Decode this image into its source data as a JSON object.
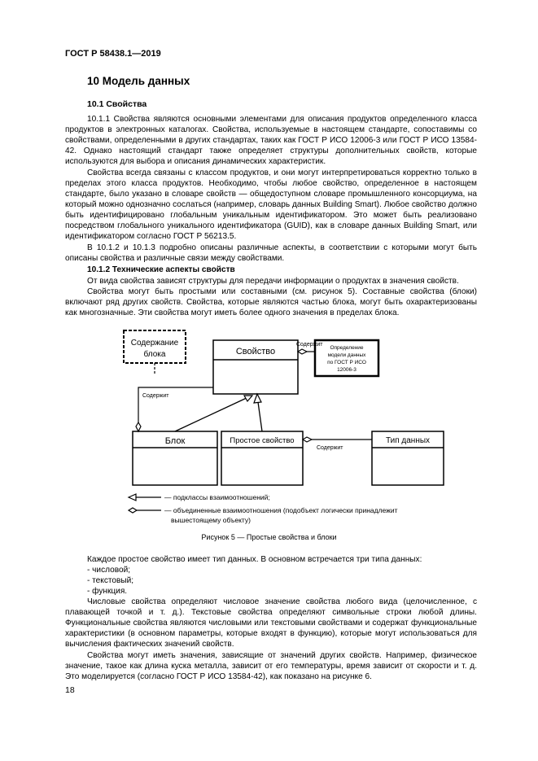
{
  "header": "ГОСТ Р 58438.1—2019",
  "section_title": "10 Модель данных",
  "subsection_title": "10.1 Свойства",
  "paragraphs": {
    "p1": "10.1.1 Свойства являются основными элементами для описания продуктов определенного класса продуктов в электронных каталогах. Свойства, используемые в настоящем стандарте, сопоставимы со свойствами, определенными в других стандартах, таких как ГОСТ Р ИСО 12006-3 или ГОСТ Р ИСО 13584-42. Однако настоящий стандарт также определяет структуры дополнительных свойств, которые используются для выбора и описания динамических характеристик.",
    "p2": "Свойства всегда связаны с классом продуктов, и они могут интерпретироваться корректно только в пределах этого класса продуктов. Необходимо, чтобы любое свойство, определенное в настоящем стандарте, было указано в словаре свойств — общедоступном словаре промышленного консорциума, на который можно однозначно сослаться (например, словарь данных Building Smart). Любое свойство должно быть идентифицировано глобальным уникальным идентификатором. Это может быть реализовано посредством глобального уникального идентификатора (GUID), как в словаре данных Building Smart, или идентификатором согласно ГОСТ Р 56213.5.",
    "p3": "В 10.1.2 и 10.1.3 подробно описаны различные аспекты, в соответствии с которыми могут быть описаны свойства и различные связи между свойствами.",
    "p4": "10.1.2 Технические аспекты свойств",
    "p5": "От вида свойства зависят структуры для передачи информации о продуктах в значения свойств.",
    "p6": "Свойства могут быть простыми или составными (см. рисунок 5). Составные свойства (блоки) включают ряд других свойств. Свойства, которые являются частью блока, могут быть охарактеризованы как многозначные. Эти свойства могут иметь более одного значения в пределах блока.",
    "p7": "Каждое простое свойство имеет тип данных. В основном встречается три типа данных:",
    "p8": "Числовые свойства определяют числовое значение свойства любого вида (целочисленное, с плавающей точкой и т. д.). Текстовые свойства определяют символьные строки любой длины. Функциональные свойства являются числовыми или текстовыми свойствами и содержат функциональные характеристики (в основном параметры, которые входят в функцию), которые могут использоваться для вычисления фактических значений свойств.",
    "p9": "Свойства могут иметь значения, зависящие от значений других свойств. Например, физическое значение, такое как длина куска металла, зависит от его температуры, время зависит от скорости и т. д. Это моделируется (согласно ГОСТ Р ИСО 13584-42), как показано на рисунке 6."
  },
  "list_items": [
    "- числовой;",
    "- текстовый;",
    "- функция."
  ],
  "diagram": {
    "block_content_line1": "Содержание",
    "block_content_line2": "блока",
    "property": "Свойство",
    "contains": "Содержит",
    "model_line1": "Определение",
    "model_line2": "модели данных",
    "model_line3": "по ГОСТ Р ИСО",
    "model_line4": "12006-3",
    "block": "Блок",
    "simple_property": "Простое свойство",
    "data_type": "Тип данных",
    "legend_sub": "— подклассы взаимоотношений;",
    "legend_agg_line1": "— объединенные взаимоотношения (подобъект логически принадлежит",
    "legend_agg_line2": "вышестоящему объекту)"
  },
  "figure_caption": "Рисунок 5 — Простые свойства и блоки",
  "page_number": "18"
}
